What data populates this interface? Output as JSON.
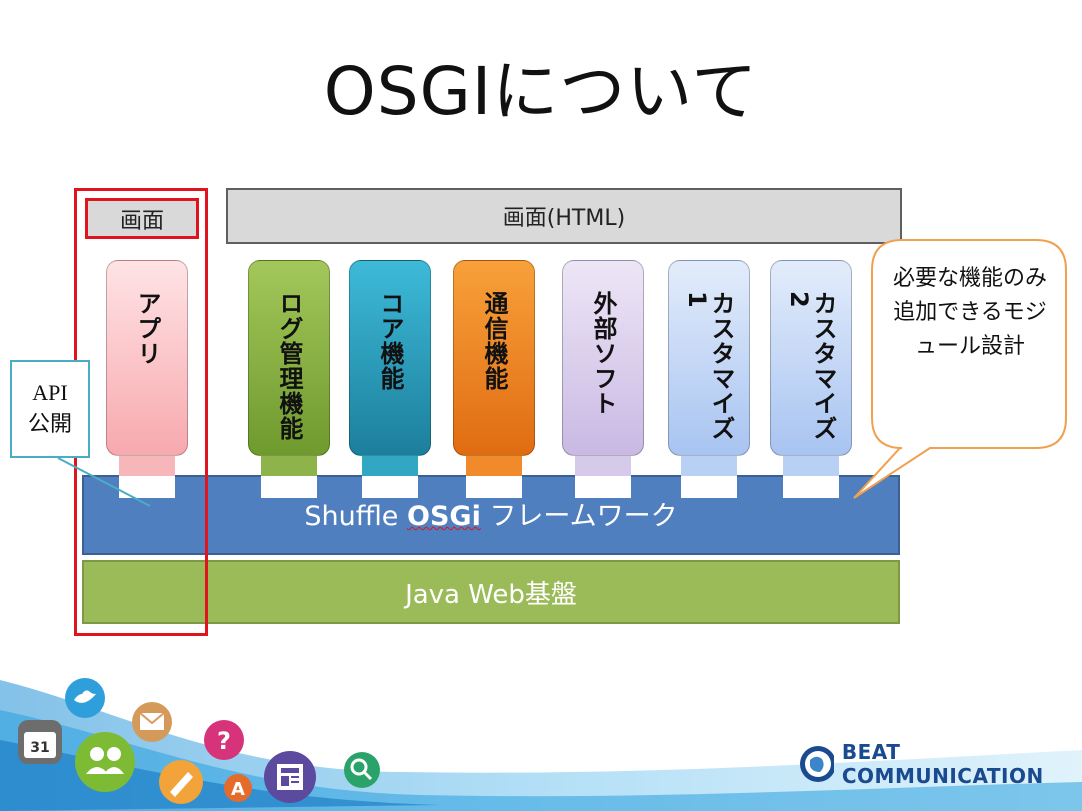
{
  "title": "OSGIについて",
  "screen_left": "画面",
  "screen_html": "画面(HTML)",
  "modules": [
    {
      "label": "アプリ",
      "bg_top": "#ffe3e5",
      "bg_bottom": "#f7a9ae",
      "text": "#111111",
      "plug": "#f7b6ba"
    },
    {
      "label": "ログ管理機能",
      "bg_top": "#a3c75a",
      "bg_bottom": "#6f9a2e",
      "text": "#111111",
      "plug": "#8db34a"
    },
    {
      "label": "コア機能",
      "bg_top": "#3dbad8",
      "bg_bottom": "#1c7f9c",
      "text": "#111111",
      "plug": "#32a7c4"
    },
    {
      "label": "通信機能",
      "bg_top": "#f8a03a",
      "bg_bottom": "#e06c12",
      "text": "#111111",
      "plug": "#f08a2a"
    },
    {
      "label": "外部ソフト",
      "bg_top": "#ede6f6",
      "bg_bottom": "#c9b9e3",
      "text": "#111111",
      "plug": "#d6caea"
    },
    {
      "label": "カスタマイズ1",
      "bg_top": "#e3ecfb",
      "bg_bottom": "#a8c4f1",
      "text": "#111111",
      "plug": "#b9d0f5"
    },
    {
      "label": "カスタマイズ2",
      "bg_top": "#e3ecfb",
      "bg_bottom": "#a8c4f1",
      "text": "#111111",
      "plug": "#b9d0f5"
    }
  ],
  "framework": {
    "prefix": "Shuffle",
    "brand": "OSGi",
    "suffix": "フレームワーク"
  },
  "java": "Java Web基盤",
  "api_label": {
    "line1": "API",
    "line2": "公開"
  },
  "callout": "必要な機能のみ追加できるモジュール設計",
  "footer_icons": [
    "calendar-icon",
    "twitter-icon",
    "people-icon",
    "mail-icon",
    "pencil-icon",
    "help-icon",
    "font-a-icon",
    "news-icon",
    "search-icon"
  ],
  "calendar_day": "31",
  "logo": "BEAT COMMUNICATION",
  "colors": {
    "red_frame": "#e0141e",
    "framework": "#4f7fbf",
    "java": "#9bbb59",
    "api_border": "#4bacc6",
    "callout_border": "#f0a050",
    "logo": "#1a4a8f"
  }
}
